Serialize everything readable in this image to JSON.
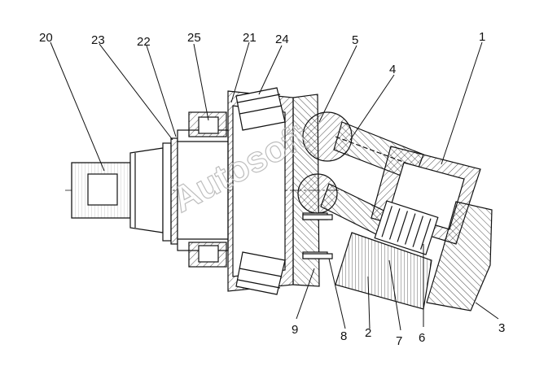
{
  "watermark": "Autosoft",
  "callouts": [
    {
      "id": "20",
      "label": "20"
    },
    {
      "id": "23",
      "label": "23"
    },
    {
      "id": "22",
      "label": "22"
    },
    {
      "id": "25",
      "label": "25"
    },
    {
      "id": "21",
      "label": "21"
    },
    {
      "id": "24",
      "label": "24"
    },
    {
      "id": "5",
      "label": "5"
    },
    {
      "id": "4",
      "label": "4"
    },
    {
      "id": "1",
      "label": "1"
    },
    {
      "id": "3",
      "label": "3"
    },
    {
      "id": "6",
      "label": "6"
    },
    {
      "id": "7",
      "label": "7"
    },
    {
      "id": "2",
      "label": "2"
    },
    {
      "id": "8",
      "label": "8"
    },
    {
      "id": "9",
      "label": "9"
    }
  ]
}
